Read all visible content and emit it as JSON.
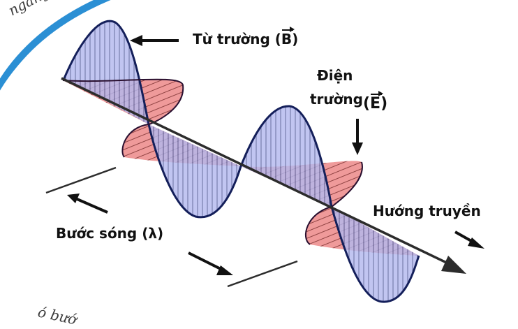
{
  "labels": {
    "magnetic_prefix": "Từ trường (",
    "magnetic_vector": "B",
    "magnetic_suffix": ")",
    "electric_line1": "Điện",
    "electric_prefix": "trường",
    "electric_vector": "E",
    "wavelength": "Bước sóng (λ)",
    "propagation": "Hướng truyền"
  },
  "corner_text": {
    "top_left": "ngang",
    "bottom_left": "ó bướ"
  },
  "colors": {
    "magnetic_fill": "#b4b9ee",
    "electric_fill": "#ef9a9a",
    "overlap_fill": "#8c6ba6",
    "outline": "#141f5a",
    "axis": "#2c2c2c",
    "decor_arc": "#2b8fd4"
  }
}
